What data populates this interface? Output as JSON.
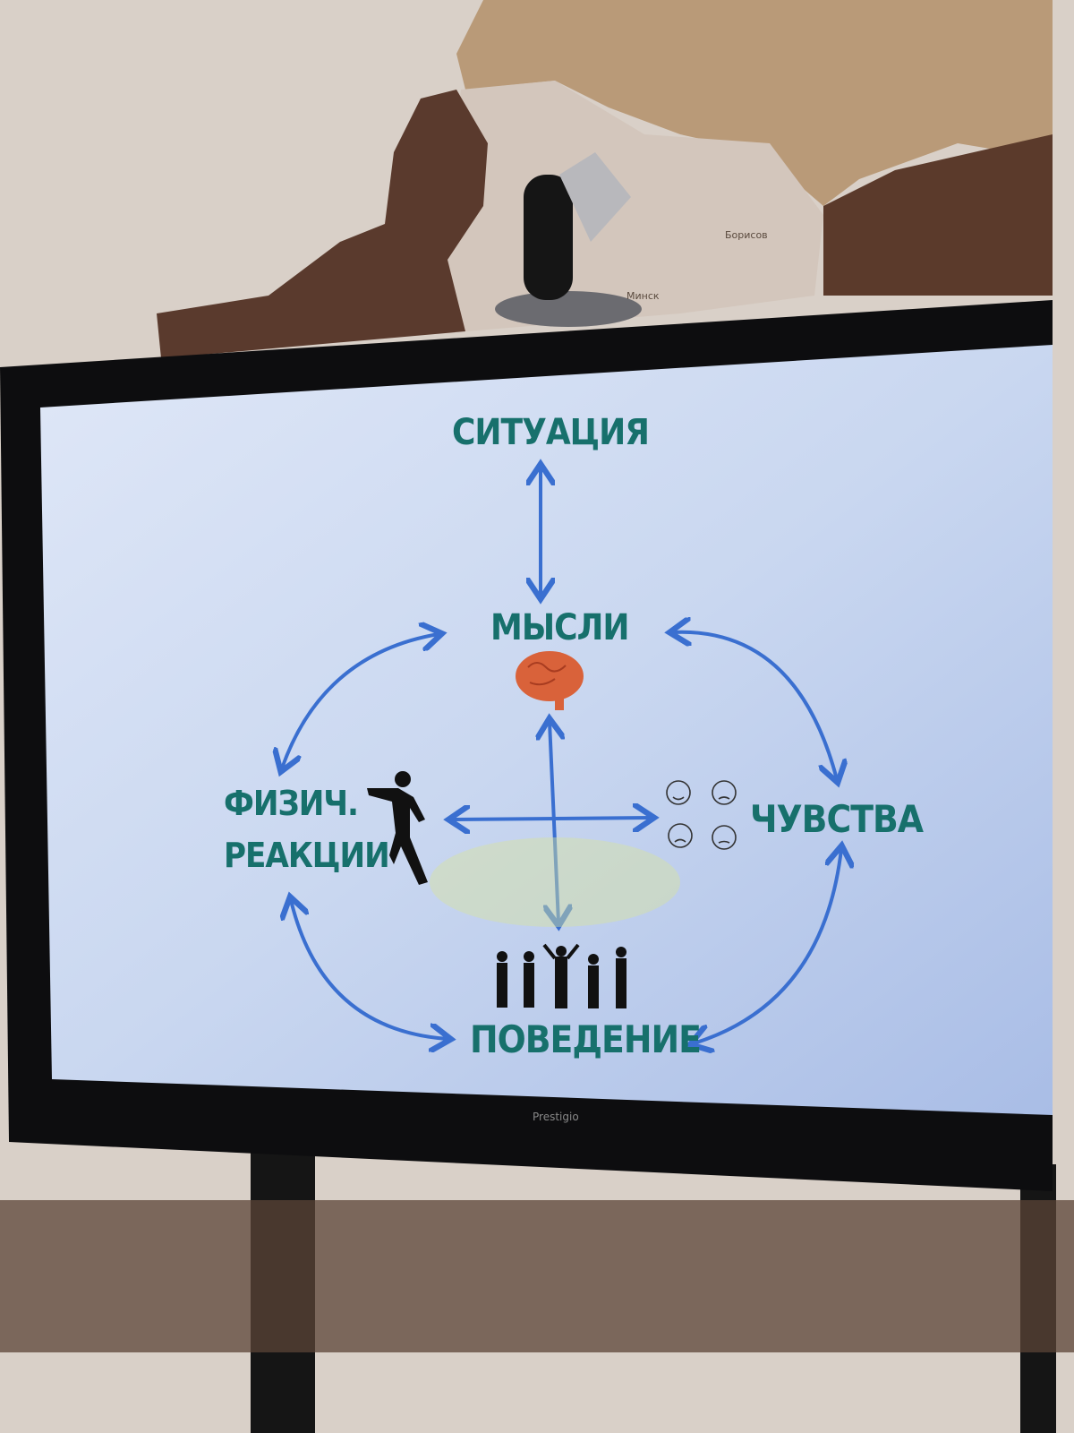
{
  "background_map": {
    "labels": [
      "Борисов",
      "Минск"
    ]
  },
  "monitor": {
    "brand": "Prestigio"
  },
  "diagram": {
    "nodes": {
      "situation": "СИТУАЦИЯ",
      "thoughts": "МЫСЛИ",
      "physical_line1": "ФИЗИЧ.",
      "physical_line2": "РЕАКЦИИ",
      "feelings": "ЧУВСТВА",
      "behavior": "ПОВЕДЕНИЕ"
    },
    "icons": [
      "brain-icon",
      "running-man-icon",
      "emotion-faces-icon",
      "people-group-icon"
    ],
    "colors": {
      "text": "#17706c",
      "arrows": "#3a6fd0",
      "screen": "#cad9f1"
    }
  }
}
